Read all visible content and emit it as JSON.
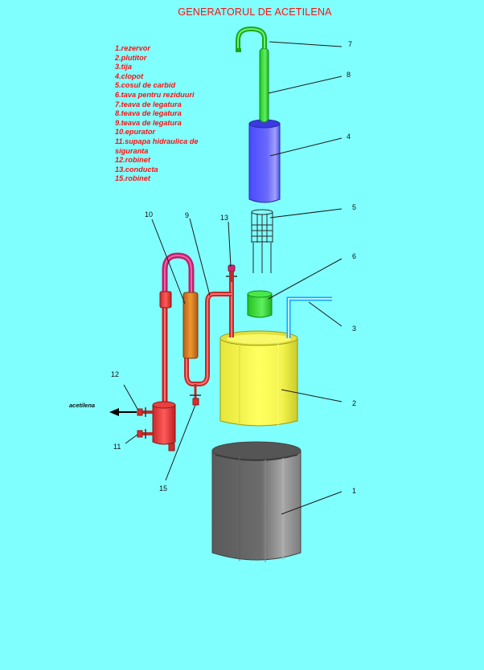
{
  "title": "GENERATORUL DE ACETILENA",
  "legend": [
    "1.rezervor",
    "2.plutitor",
    "3.tija",
    "4.clopot",
    "5.cosul de carbid",
    "6.tava pentru reziduuri",
    "7.teava de legatura",
    "8.teava de legatura",
    "9.teava de legatura",
    "10.epurator",
    "11.supapa hidraulica de siguranta",
    "12.robinet",
    "13.conducta",
    "15.robinet"
  ],
  "callouts": {
    "c1": "1",
    "c2": "2",
    "c3": "3",
    "c4": "4",
    "c5": "5",
    "c6": "6",
    "c7": "7",
    "c8": "8",
    "c9": "9",
    "c10": "10",
    "c11": "11",
    "c12": "12",
    "c13": "13",
    "c15": "15"
  },
  "outlet_label": "acetilena",
  "colors": {
    "background": "#80ffff",
    "text_red": "#ff1010",
    "tank_gray": "#6f6f6f",
    "float_yellow": "#f2f24a",
    "bell_blue": "#5a5aff",
    "pipe_green": "#3ad23a",
    "pipe_red": "#e63a3a",
    "purifier_orange": "#d2782a",
    "tray_green": "#2ad22a"
  }
}
